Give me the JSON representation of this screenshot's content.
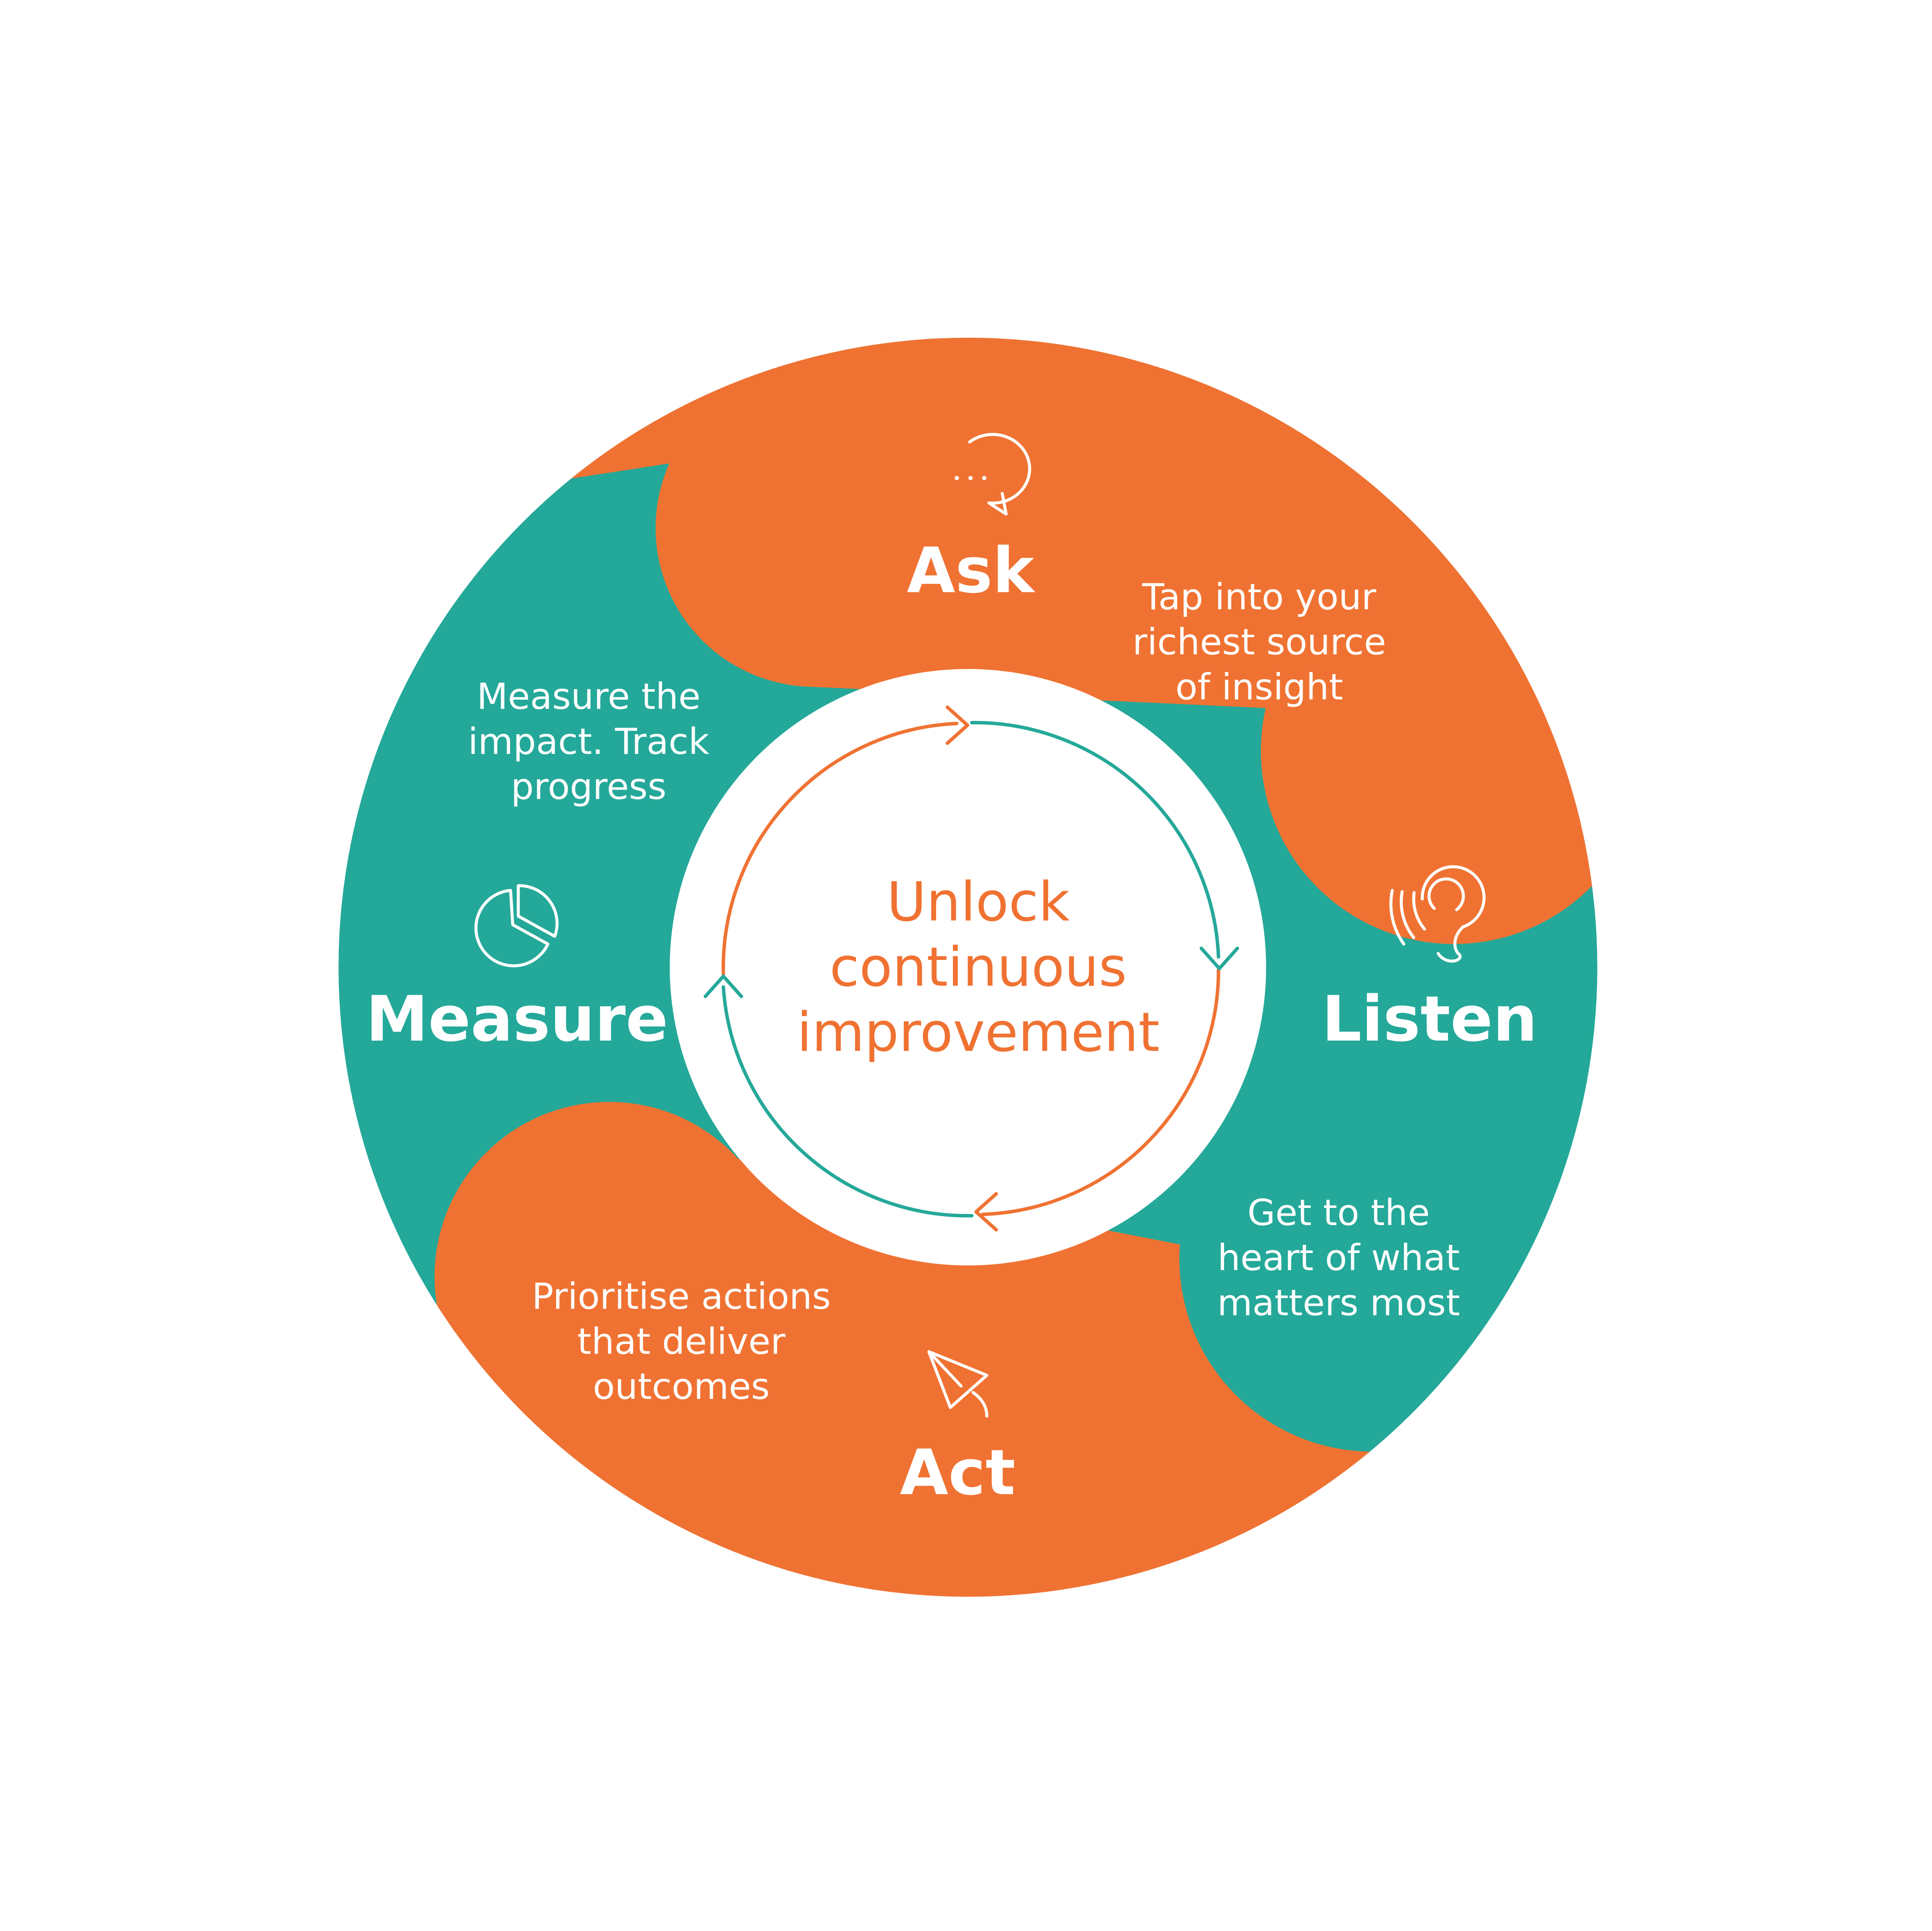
{
  "colors": {
    "orange": "#f07232",
    "teal": "#24a899",
    "white": "#ffffff"
  },
  "center": {
    "line1": "Unlock",
    "line2": "continuous",
    "line3": "improvement"
  },
  "stages": {
    "ask": {
      "title": "Ask",
      "icon": "chat-bubble-icon",
      "desc": [
        "Tap into your",
        "richest source",
        "of insight"
      ]
    },
    "listen": {
      "title": "Listen",
      "icon": "ear-icon",
      "desc": [
        "Get to the",
        "heart of what",
        "matters most"
      ]
    },
    "act": {
      "title": "Act",
      "icon": "paper-plane-icon",
      "desc": [
        "Prioritise actions",
        "that deliver",
        "outcomes"
      ]
    },
    "measure": {
      "title": "Measure",
      "icon": "pie-chart-icon",
      "desc": [
        "Measure the",
        "impact. Track",
        "progress"
      ]
    }
  }
}
